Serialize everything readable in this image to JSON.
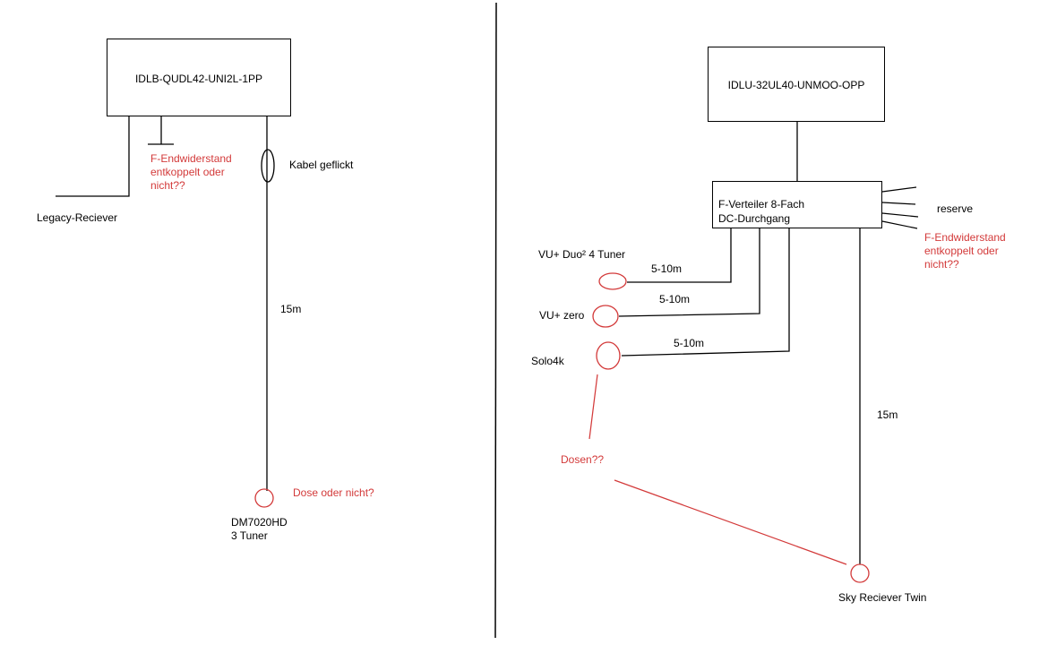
{
  "colors": {
    "line": "#000000",
    "annotation": "#d33a3a",
    "background": "#ffffff"
  },
  "left": {
    "lnb": "IDLB-QUDL42-UNI2L-1PP",
    "terminator_note": [
      "F-Endwiderstand",
      "entkoppelt oder",
      "nicht??"
    ],
    "legacy": "Legacy-Reciever",
    "cable_note": "Kabel geflickt",
    "length": "15m",
    "dose_note": "Dose oder nicht?",
    "receiver": [
      "DM7020HD",
      "3 Tuner"
    ]
  },
  "right": {
    "lnb": "IDLU-32UL40-UNMOO-OPP",
    "splitter": [
      "F-Verteiler 8-Fach",
      "DC-Durchgang"
    ],
    "reserve": "reserve",
    "terminator_note": [
      "F-Endwiderstand",
      "entkoppelt oder",
      "nicht??"
    ],
    "vu_duo": "VU+ Duo² 4 Tuner",
    "vu_zero": "VU+ zero",
    "solo": "Solo4k",
    "len1": "5-10m",
    "len2": "5-10m",
    "len3": "5-10m",
    "len_sky": "15m",
    "dosen_note": "Dosen??",
    "sky": "Sky Reciever Twin"
  }
}
